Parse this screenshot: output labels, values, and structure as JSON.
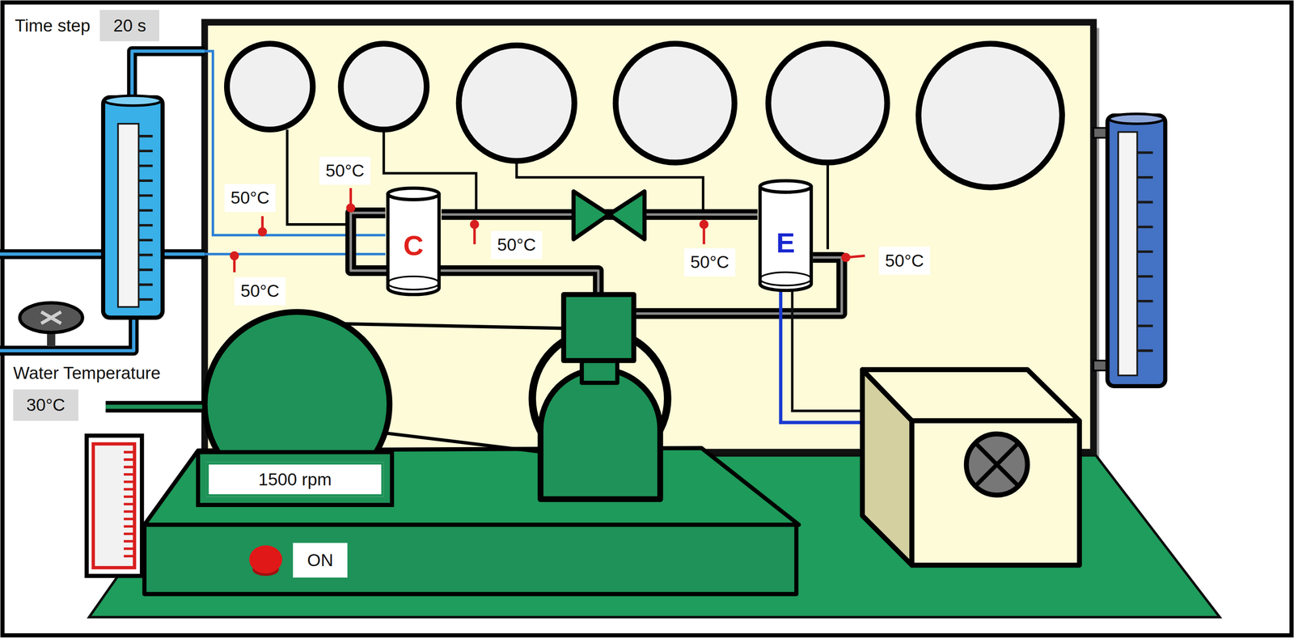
{
  "diagram": {
    "nodes": [
      {
        "text": [
          "Time step",
          "20 s"
        ]
      },
      {
        "text": [
          "C"
        ]
      },
      {
        "text": [
          "E"
        ]
      },
      {
        "text": [
          "Water Temperature",
          "30°C"
        ]
      },
      {
        "text": [
          "1500 rpm"
        ]
      },
      {
        "text": [
          "ON"
        ]
      }
    ],
    "edges": [
      {
        "from": 1,
        "to": 2,
        "arrow": "none"
      }
    ],
    "labels": [
      "50°C",
      "50°C",
      "50°C",
      "50°C",
      "50°C",
      "50°C"
    ]
  }
}
